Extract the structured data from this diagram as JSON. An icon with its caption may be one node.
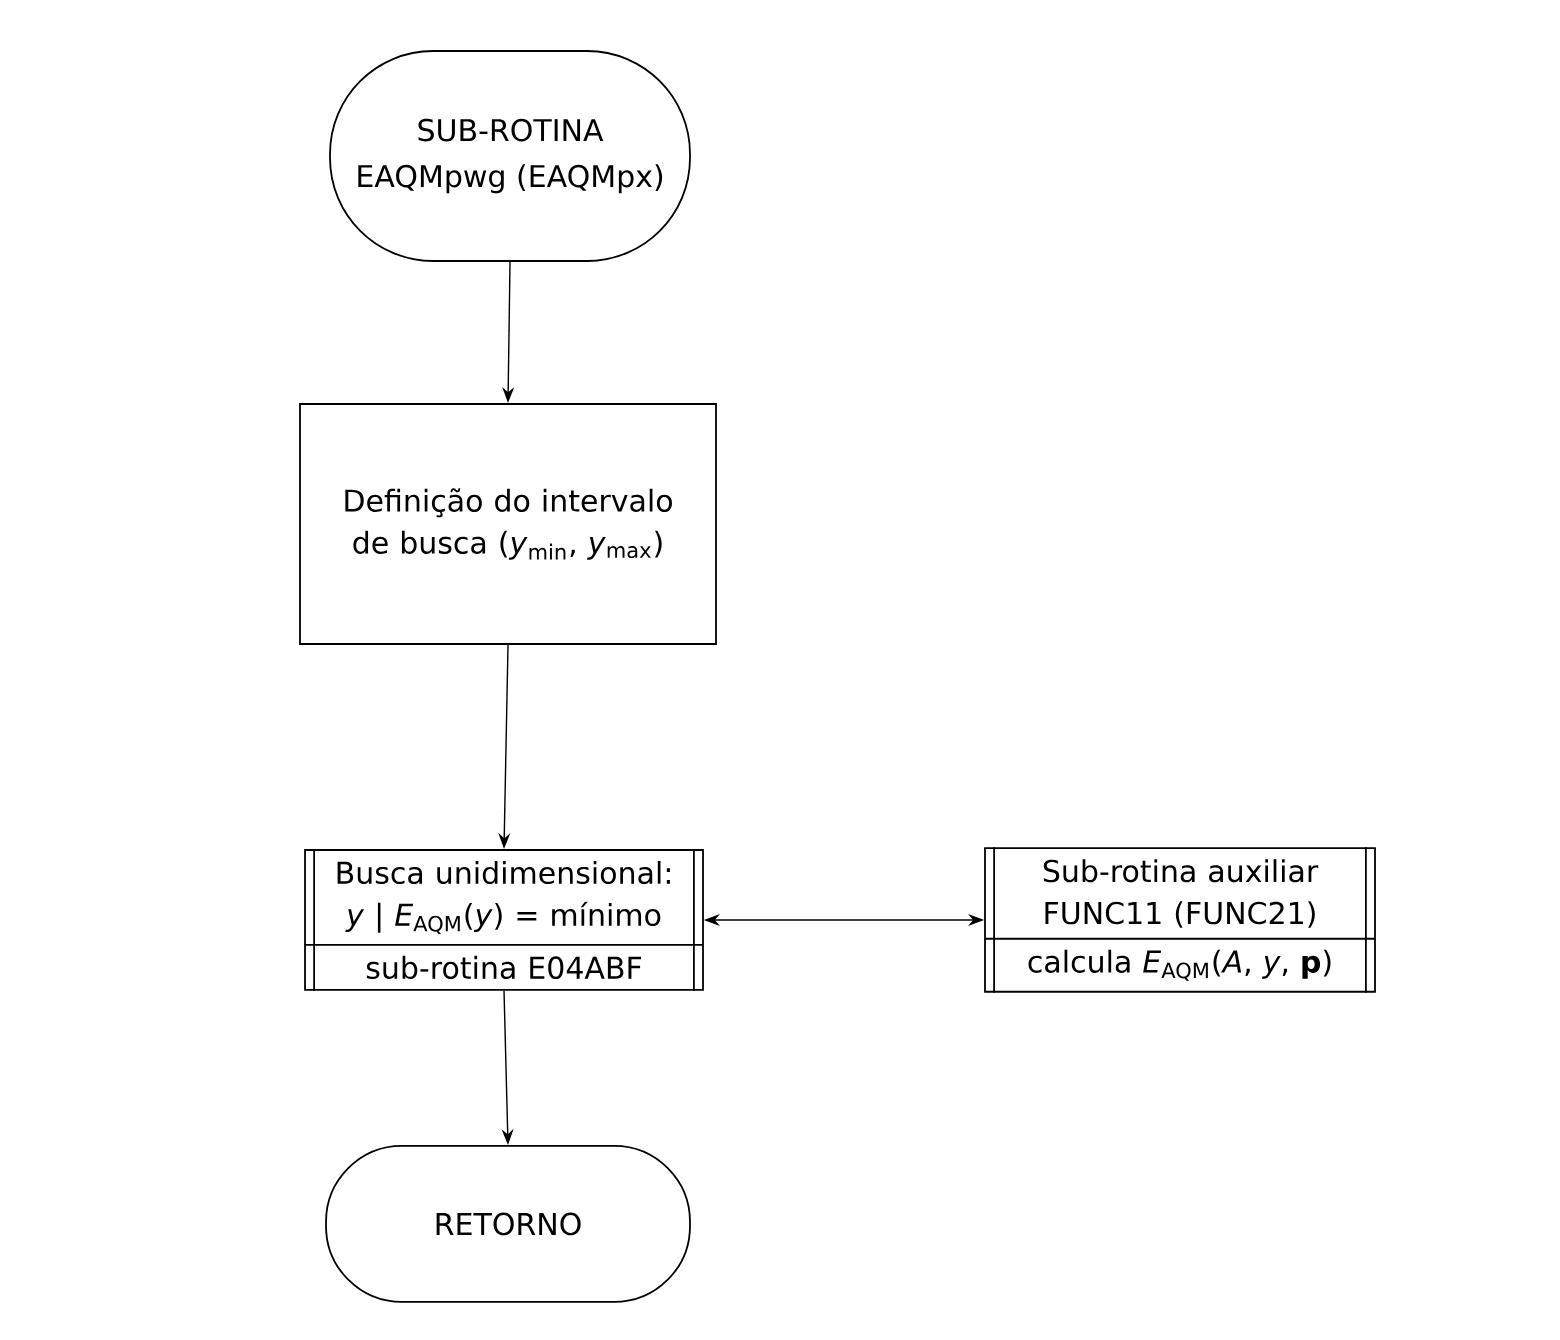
{
  "diagram": {
    "nodes": [
      {
        "text": [
          "SUB-ROTINA",
          "EAQMpwg (EAQMpx)"
        ]
      },
      {
        "text": [
          "Definição do intervalo de busca (*y*$_{min}$, *y*$_{max}$)"
        ]
      },
      {
        "text": [
          "Busca unidimensional: *y* | *E*$_{AQM}$(*y*) = mínimo",
          "sub-rotina E04ABF"
        ]
      },
      {
        "text": [
          "Sub-rotina auxiliar FUNC11 (FUNC21)",
          "calcula *E*$_{AQM}$(*A*, *y*, **p**)"
        ]
      },
      {
        "text": [
          "RETORNO"
        ]
      }
    ],
    "edges": [
      {
        "from": 0,
        "to": 1,
        "arrow": "to"
      },
      {
        "from": 1,
        "to": 2,
        "arrow": "to"
      },
      {
        "from": 2,
        "to": 3,
        "arrow": "both"
      },
      {
        "from": 2,
        "to": 4,
        "arrow": "to"
      }
    ]
  }
}
